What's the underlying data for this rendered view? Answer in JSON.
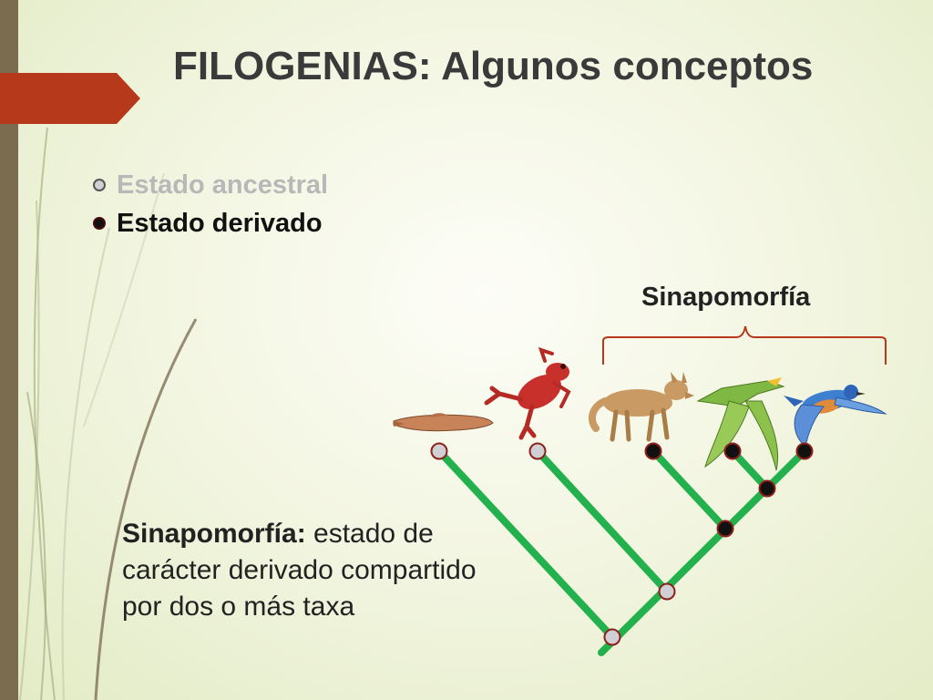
{
  "slide": {
    "title": "FILOGENIAS: Algunos conceptos"
  },
  "legend": {
    "ancestral_label": "Estado ancestral",
    "derived_label": "Estado derivado"
  },
  "diagram": {
    "synapomorphy_label": "Sinapomorfía",
    "taxa_icons": [
      "fish-icon",
      "frog-icon",
      "coyote-icon",
      "pterosaur-icon",
      "bird-icon"
    ]
  },
  "definition": {
    "term": "Sinapomorfía:",
    "text": " estado de carácter derivado compartido por dos o más taxa"
  },
  "colors": {
    "branch": "#22b14c",
    "accent": "#b5391a",
    "ancestral_node": "#cfcfd4",
    "derived_node": "#111111"
  }
}
